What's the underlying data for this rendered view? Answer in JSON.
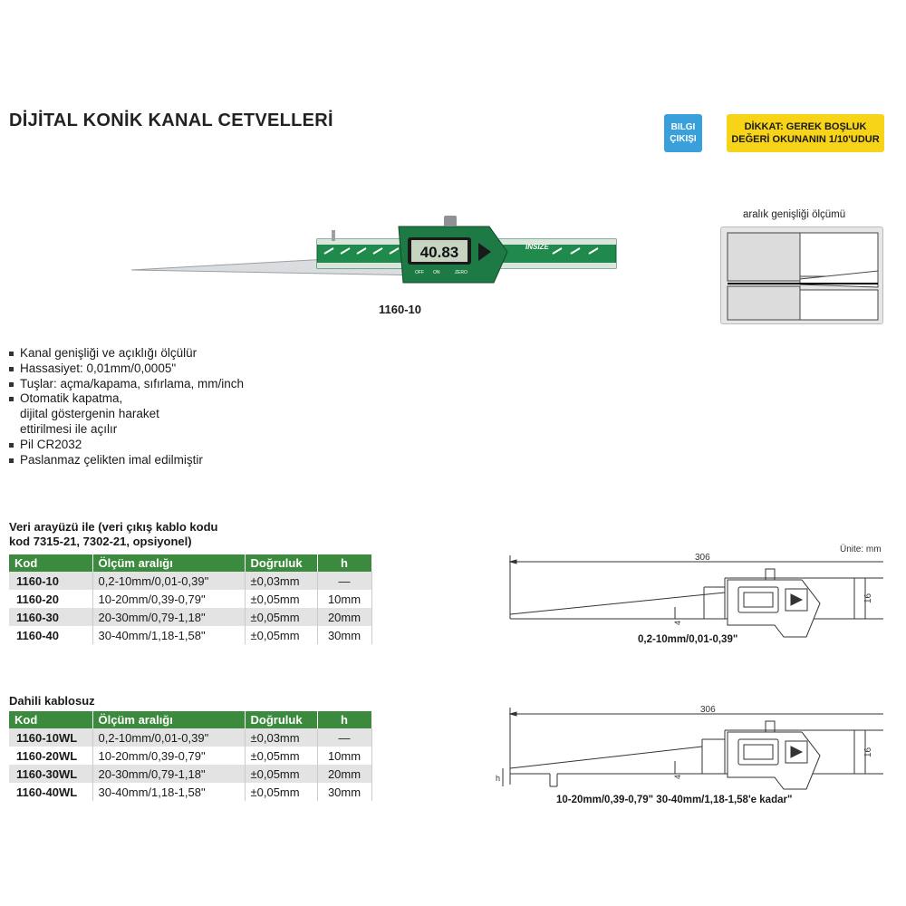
{
  "title": "DİJİTAL KONİK KANAL CETVELLERİ",
  "badges": {
    "data_line1": "BILGI",
    "data_line2": "ÇIKIŞI",
    "warning_line1": "DİKKAT: GEREK BOŞLUK",
    "warning_line2": "DEĞERİ OKUNANIN 1/10'UDUR"
  },
  "product": {
    "model_caption": "1160-10",
    "display_value": "40.83",
    "brand": "INSIZE",
    "button_labels": [
      "OFF",
      "ON",
      "ZERO"
    ]
  },
  "measure_diagram": {
    "caption": "aralık genişliği ölçümü"
  },
  "features": [
    "Kanal genişliği ve açıklığı ölçülür",
    "Hassasiyet: 0,01mm/0,0005\"",
    "Tuşlar: açma/kapama, sıfırlama, mm/inch",
    "Otomatik kapatma,",
    "dijital göstergenin haraket",
    "ettirilmesi ile açılır",
    "Pil CR2032",
    "Paslanmaz çelikten imal edilmiştir"
  ],
  "section1": {
    "title_line1": "Veri  arayüzü ile (veri çıkış kablo kodu",
    "title_line2": "kod 7315-21, 7302-21, opsiyonel)",
    "headers": [
      "Kod",
      "Ölçüm aralığı",
      "Doğruluk",
      "h"
    ],
    "rows": [
      [
        "1160-10",
        "0,2-10mm/0,01-0,39\"",
        "±0,03mm",
        "—"
      ],
      [
        "1160-20",
        "10-20mm/0,39-0,79\"",
        "±0,05mm",
        "10mm"
      ],
      [
        "1160-30",
        "20-30mm/0,79-1,18\"",
        "±0,05mm",
        "20mm"
      ],
      [
        "1160-40",
        "30-40mm/1,18-1,58\"",
        "±0,05mm",
        "30mm"
      ]
    ]
  },
  "section2": {
    "title": "Dahili  kablosuz",
    "headers": [
      "Kod",
      "Ölçüm aralığı",
      "Doğruluk",
      "h"
    ],
    "rows": [
      [
        "1160-10WL",
        "0,2-10mm/0,01-0,39\"",
        "±0,03mm",
        "—"
      ],
      [
        "1160-20WL",
        "10-20mm/0,39-0,79\"",
        "±0,05mm",
        "10mm"
      ],
      [
        "1160-30WL",
        "20-30mm/0,79-1,18\"",
        "±0,05mm",
        "20mm"
      ],
      [
        "1160-40WL",
        "30-40mm/1,18-1,58\"",
        "±0,05mm",
        "30mm"
      ]
    ]
  },
  "drawing1": {
    "unit_note": "Ünite: mm",
    "length": "306",
    "height": "16",
    "tip": "4",
    "caption": "0,2-10mm/0,01-0,39\""
  },
  "drawing2": {
    "length": "306",
    "height": "16",
    "tip": "4",
    "h_label": "h",
    "caption": "10-20mm/0,39-0,79\" 30-40mm/1,18-1,58'e kadar\""
  },
  "colors": {
    "green": "#3b8a3e",
    "blue": "#3aa0dc",
    "yellow": "#f7d417"
  }
}
